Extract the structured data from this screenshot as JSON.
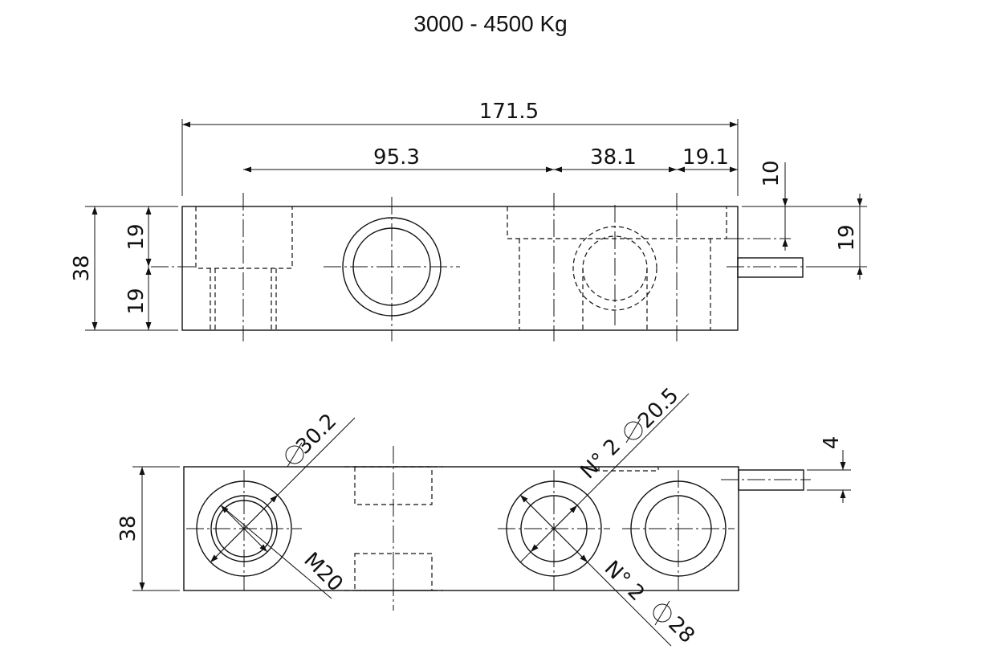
{
  "title": "3000 - 4500 Kg",
  "dimensions": {
    "overall_length": "171.5",
    "hole_spacing": "95.3",
    "mid_spacing": "38.1",
    "end_spacing": "19.1",
    "cable_offset": "10",
    "height_side": "38",
    "half_upper": "19",
    "half_lower": "19",
    "cable_height": "19",
    "height_plan": "38",
    "cable_plan_offset": "4"
  },
  "callouts": {
    "big_hole_dia": "30.2",
    "thread": "M20",
    "qty_a": "N° 2",
    "hole_a_dia": "20.5",
    "qty_b": "N° 2",
    "hole_b_dia": "28"
  }
}
